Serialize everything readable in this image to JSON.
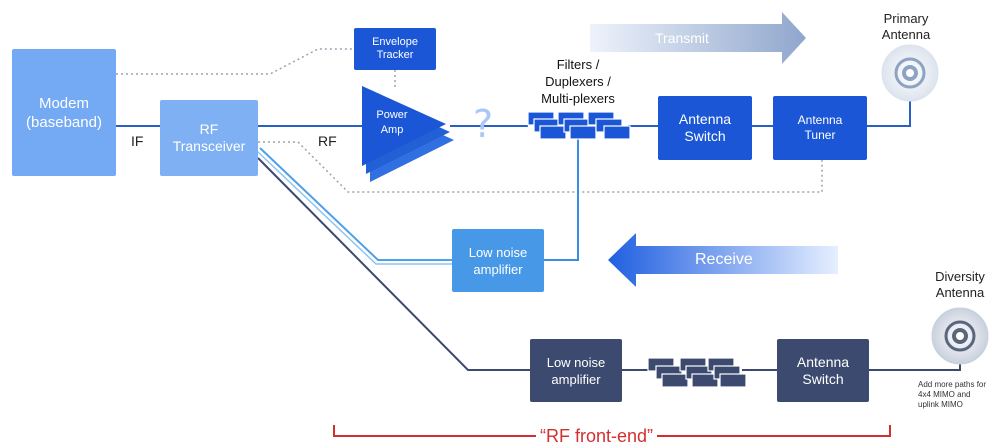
{
  "blocks": {
    "modem": "Modem\n(baseband)",
    "rf_transceiver": "RF\nTransceiver",
    "envelope_tracker": "Envelope\nTracker",
    "power_amp": "Power\nAmp",
    "antenna_switch_tx": "Antenna\nSwitch",
    "antenna_tuner": "Antenna\nTuner",
    "lna_primary": "Low noise\namplifier",
    "lna_diversity": "Low noise\namplifier",
    "antenna_switch_diversity": "Antenna\nSwitch"
  },
  "labels": {
    "if": "IF",
    "rf": "RF",
    "filters": "Filters /\nDuplexers /\nMulti-plexers",
    "question": "?",
    "transmit": "Transmit",
    "receive": "Receive",
    "primary_antenna": "Primary\nAntenna",
    "diversity_antenna": "Diversity\nAntenna",
    "mimo_note": "Add more paths for\n4x4 MIMO and\nuplink MIMO",
    "rf_front_end": "“RF front-end”"
  },
  "colors": {
    "dark_blue": "#1a56d6",
    "mid_blue": "#4798e6",
    "light_blue": "#7fb0f3",
    "slate": "#3b4a6e",
    "red": "#d32f2f"
  }
}
